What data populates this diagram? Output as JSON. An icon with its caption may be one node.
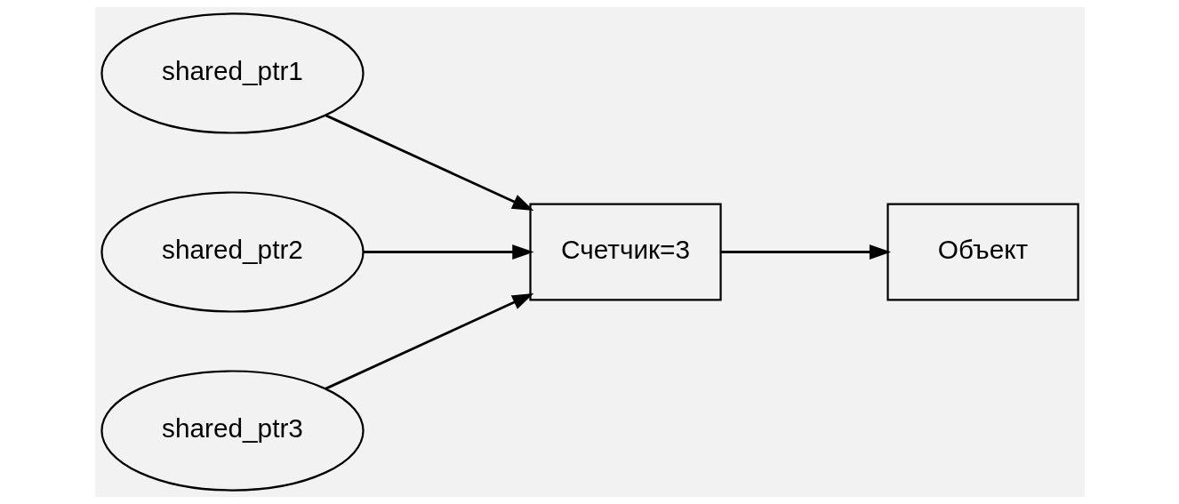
{
  "diagram": {
    "nodes": [
      {
        "text": [
          "shared_ptr1"
        ]
      },
      {
        "text": [
          "shared_ptr2"
        ]
      },
      {
        "text": [
          "shared_ptr3"
        ]
      },
      {
        "text": [
          "Счетчик=3"
        ]
      },
      {
        "text": [
          "Объект"
        ]
      }
    ],
    "edges": [
      {
        "from": 0,
        "to": 3,
        "arrow": "to"
      },
      {
        "from": 1,
        "to": 3,
        "arrow": "to"
      },
      {
        "from": 2,
        "to": 3,
        "arrow": "to"
      },
      {
        "from": 3,
        "to": 4,
        "arrow": "to"
      }
    ]
  }
}
